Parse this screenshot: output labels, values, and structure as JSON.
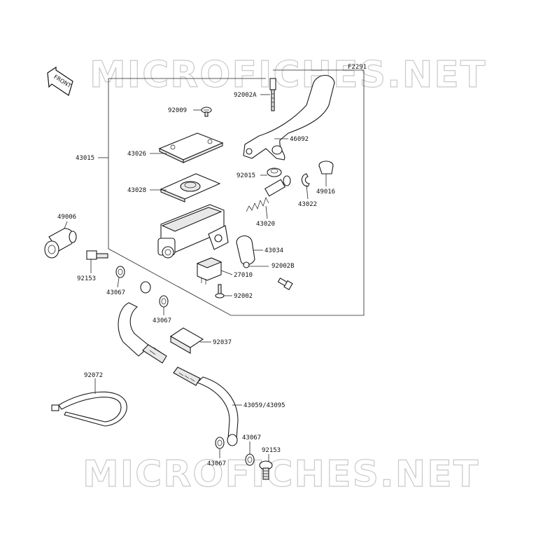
{
  "diagram": {
    "code": "F2291",
    "watermark": "MICROFICHES.NET",
    "front_label": "FRONT",
    "labels": {
      "p92002A": "92002A",
      "p92009": "92009",
      "p46092": "46092",
      "p43015": "43015",
      "p43026": "43026",
      "p92015": "92015",
      "p49016": "49016",
      "p43028": "43028",
      "p43022": "43022",
      "p43020": "43020",
      "p49006": "49006",
      "p43034": "43034",
      "p92002B": "92002B",
      "p92153a": "92153",
      "p27010": "27010",
      "p43067a": "43067",
      "p92002": "92002",
      "p43067b": "43067",
      "p92037": "92037",
      "p92072": "92072",
      "p43059": "43059/43095",
      "p43067c": "43067",
      "p92153b": "92153",
      "p43067d": "43067"
    }
  }
}
